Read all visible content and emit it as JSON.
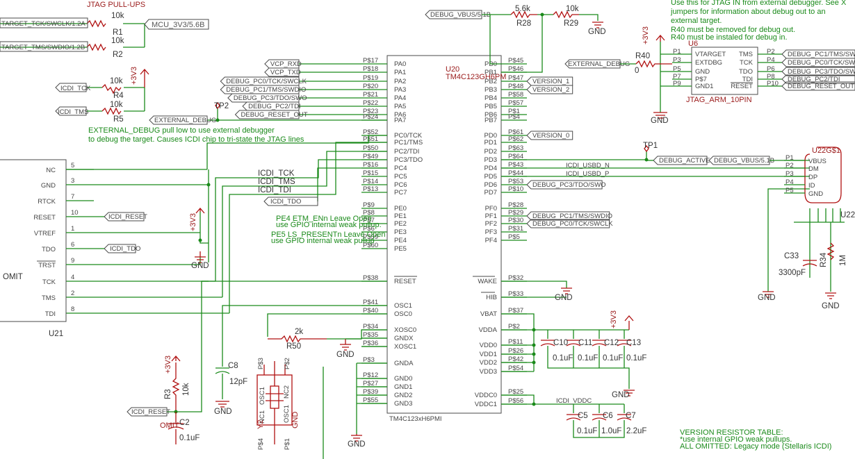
{
  "header": {
    "jtag_pullups": "JTAG PULL-UPS"
  },
  "top_left": {
    "net_tck": "TARGET_TCK/SWCLK/1.2A",
    "net_tms": "TARGET_TMS/SWDIO/1.2B",
    "r1_val": "10k",
    "r1": "R1",
    "r2_val": "10k",
    "r2": "R2",
    "mcu_label": "MCU_3V3/5.6B",
    "r4_val": "10k",
    "r4": "R4",
    "r5_val": "10k",
    "r5": "R5",
    "icdi_tck": "ICDI_TCK",
    "icdi_tms": "ICDI_TMS",
    "v33": "+3V3"
  },
  "u20": {
    "name": "U20",
    "part": "TM4C123GH6PM",
    "footer": "TM4C123xH6PMI",
    "left_pins": [
      {
        "num": "P$17",
        "name": "PA0",
        "net": "VCP_RXD"
      },
      {
        "num": "P$18",
        "name": "PA1",
        "net": "VCP_TXD"
      },
      {
        "num": "P$19",
        "name": "PA2",
        "net": "DEBUG_PC0/TCK/SWCLK"
      },
      {
        "num": "P$20",
        "name": "PA3",
        "net": "DEBUG_PC1/TMS/SWDIO"
      },
      {
        "num": "P$21",
        "name": "PA4",
        "net": "DEBUG_PC3/TDO/SWO"
      },
      {
        "num": "P$22",
        "name": "PA5",
        "net": "DEBUG_PC2/TDI"
      },
      {
        "num": "P$23",
        "name": "PA6",
        "net": "DEBUG_RESET_OUT"
      },
      {
        "num": "P$24",
        "name": "PA7",
        "net": ""
      },
      {
        "num": "P$52",
        "name": "PC0/TCK",
        "net": ""
      },
      {
        "num": "P$51",
        "name": "PC1/TMS",
        "net": ""
      },
      {
        "num": "P$50",
        "name": "PC2/TDI",
        "net": ""
      },
      {
        "num": "P$49",
        "name": "PC3/TDO",
        "net": ""
      },
      {
        "num": "P$16",
        "name": "PC4",
        "net": ""
      },
      {
        "num": "P$15",
        "name": "PC5",
        "net": ""
      },
      {
        "num": "P$14",
        "name": "PC6",
        "net": ""
      },
      {
        "num": "P$13",
        "name": "PC7",
        "net": ""
      },
      {
        "num": "P$9",
        "name": "PE0",
        "net": ""
      },
      {
        "num": "P$8",
        "name": "PE1",
        "net": ""
      },
      {
        "num": "P$7",
        "name": "PE2",
        "net": ""
      },
      {
        "num": "P$6",
        "name": "PE3",
        "net": ""
      },
      {
        "num": "P$59",
        "name": "PE4",
        "net": ""
      },
      {
        "num": "P$60",
        "name": "PE5",
        "net": ""
      },
      {
        "num": "P$38",
        "name": "RESET",
        "net": ""
      },
      {
        "num": "P$41",
        "name": "OSC1",
        "net": ""
      },
      {
        "num": "P$40",
        "name": "OSC0",
        "net": ""
      },
      {
        "num": "P$34",
        "name": "XOSC0",
        "net": ""
      },
      {
        "num": "P$35",
        "name": "GNDX",
        "net": ""
      },
      {
        "num": "P$36",
        "name": "XOSC1",
        "net": ""
      },
      {
        "num": "P$3",
        "name": "GNDA",
        "net": ""
      },
      {
        "num": "P$12",
        "name": "GND0",
        "net": ""
      },
      {
        "num": "P$27",
        "name": "GND1",
        "net": ""
      },
      {
        "num": "P$39",
        "name": "GND2",
        "net": ""
      },
      {
        "num": "P$55",
        "name": "GND3",
        "net": ""
      }
    ],
    "right_pins": [
      {
        "num": "P$45",
        "name": "PB0",
        "net": ""
      },
      {
        "num": "P$46",
        "name": "PB1",
        "net": ""
      },
      {
        "num": "P$47",
        "name": "PB2",
        "net": "VERSION_1"
      },
      {
        "num": "P$48",
        "name": "PB3",
        "net": "VERSION_2"
      },
      {
        "num": "P$58",
        "name": "PB4",
        "net": ""
      },
      {
        "num": "P$57",
        "name": "PB5",
        "net": ""
      },
      {
        "num": "P$1",
        "name": "PB6",
        "net": ""
      },
      {
        "num": "P$4",
        "name": "PB7",
        "net": ""
      },
      {
        "num": "P$61",
        "name": "PD0",
        "net": "VERSION_0"
      },
      {
        "num": "P$62",
        "name": "PD1",
        "net": ""
      },
      {
        "num": "P$63",
        "name": "PD2",
        "net": ""
      },
      {
        "num": "P$64",
        "name": "PD3",
        "net": ""
      },
      {
        "num": "P$43",
        "name": "PD4",
        "net": ""
      },
      {
        "num": "P$44",
        "name": "PD5",
        "net": ""
      },
      {
        "num": "P$53",
        "name": "PD6",
        "net": "DEBUG_PC3/TDO/SWO"
      },
      {
        "num": "P$10",
        "name": "PD7",
        "net": ""
      },
      {
        "num": "P$28",
        "name": "PF0",
        "net": ""
      },
      {
        "num": "P$29",
        "name": "PF1",
        "net": "DEBUG_PC1/TMS/SWDIO"
      },
      {
        "num": "P$30",
        "name": "PF2",
        "net": "DEBUG_PC0/TCK/SWCLK"
      },
      {
        "num": "P$31",
        "name": "PF3",
        "net": ""
      },
      {
        "num": "P$5",
        "name": "PF4",
        "net": ""
      },
      {
        "num": "P$32",
        "name": "WAKE",
        "net": ""
      },
      {
        "num": "P$33",
        "name": "HIB",
        "net": ""
      },
      {
        "num": "P$37",
        "name": "VBAT",
        "net": ""
      },
      {
        "num": "P$2",
        "name": "VDDA",
        "net": ""
      },
      {
        "num": "P$11",
        "name": "VDD0",
        "net": ""
      },
      {
        "num": "P$26",
        "name": "VDD1",
        "net": ""
      },
      {
        "num": "P$42",
        "name": "VDD2",
        "net": ""
      },
      {
        "num": "P$54",
        "name": "VDD3",
        "net": ""
      },
      {
        "num": "P$25",
        "name": "VDDC0",
        "net": ""
      },
      {
        "num": "P$56",
        "name": "VDDC1",
        "net": ""
      }
    ]
  },
  "nets": {
    "external_debug": "EXTERNAL_DEBUG",
    "tp2": "TP2",
    "tp1": "TP1",
    "icdi_tck": "ICDI_TCK",
    "icdi_tms": "ICDI_TMS",
    "icdi_tdi": "ICDI_TDI",
    "icdi_tdo": "ICDI_TDO",
    "icdi_usbd_n": "ICDI_USBD_N",
    "icdi_usbd_p": "ICDI_USBD_P",
    "debug_active": "DEBUG_ACTIVE",
    "debug_vbus": "DEBUG_VBUS/5.1B",
    "icdi_vddc": "ICDI_VDDC",
    "icdi_reset": "ICDI_RESET"
  },
  "notes": {
    "ext_line1": "EXTERNAL_DEBUG pull low to use external debugger",
    "ext_line2": "to debug the target.  Causes ICDI chip to tri-state the JTAG lines",
    "pe4_line1": "PE4 ETM_ENn Leave Open",
    "pe4_line2": "use GPIO internal weak pullup.",
    "pe5_line1": "PE5 LS_PRESENTn Leave Open",
    "pe5_line2": "use GPIO internal weak pullup",
    "tr_line1": "Use this for JTAG IN from external debugger.  See X",
    "tr_line2": "jumpers for information about debug out to an",
    "tr_line3": "external target.",
    "tr_line4": "R40 must be removed for debug out.",
    "tr_line5": "R40 must be instaled for debug in.",
    "ver_line1": "VERSION RESISTOR TABLE:",
    "ver_line2": "*use internal GPIO weak pullups.",
    "ver_line3": "ALL OMITTED: Legacy mode (Stellaris ICDI)"
  },
  "u21": {
    "name": "U21",
    "omit": "OMIT",
    "pins": [
      {
        "name": "NC",
        "num": "5"
      },
      {
        "name": "GND",
        "num": "3"
      },
      {
        "name": "RTCK",
        "num": "7"
      },
      {
        "name": "RESET",
        "num": "10",
        "net": "ICDI_RESET"
      },
      {
        "name": "VTREF",
        "num": "1"
      },
      {
        "name": "TDO",
        "num": "6",
        "net": "ICDI_TDO"
      },
      {
        "name": "TRST",
        "num": "9"
      },
      {
        "name": "TCK",
        "num": "4"
      },
      {
        "name": "TMS",
        "num": "2"
      },
      {
        "name": "TDI",
        "num": "8"
      }
    ]
  },
  "u6": {
    "name": "U6",
    "footer": "JTAG_ARM_10PIN",
    "left": [
      {
        "num": "P1",
        "name": "VTARGET"
      },
      {
        "num": "P3",
        "name": "EXTDBG"
      },
      {
        "num": "P5",
        "name": "GND"
      },
      {
        "num": "P7",
        "name": "P$7"
      },
      {
        "num": "P9",
        "name": "GND1"
      }
    ],
    "right": [
      {
        "num": "P2",
        "name": "TMS",
        "net": "DEBUG_PC1/TMS/SWDIO"
      },
      {
        "num": "P4",
        "name": "TCK",
        "net": "DEBUG_PC0/TCK/SWCLK"
      },
      {
        "num": "P6",
        "name": "TDO",
        "net": "DEBUG_PC3/TDO/SWO"
      },
      {
        "num": "P8",
        "name": "TDI",
        "net": "DEBUG_PC2/TDI"
      },
      {
        "num": "P10",
        "name": "RESET",
        "net": "DEBUG_RESET_OUT"
      }
    ],
    "ext_net": "EXTERNAL_DEBUG",
    "r40": "R40",
    "r40_val": "0"
  },
  "u22": {
    "name": "U22G$1",
    "name2": "U22",
    "pins": [
      {
        "num": "P1",
        "name": "VBUS"
      },
      {
        "num": "P2",
        "name": "DM"
      },
      {
        "num": "P3",
        "name": "DP"
      },
      {
        "num": "P4",
        "name": "ID"
      },
      {
        "num": "P5",
        "name": "GND"
      }
    ]
  },
  "passives": {
    "r28": "R28",
    "r28_val": "5.6k",
    "r29": "R29",
    "r29_val": "10k",
    "r50": "R50",
    "r50_val": "2k",
    "r3": "R3",
    "r3_val": "10k",
    "c8": "C8",
    "c8_val": "12pF",
    "c2": "C2",
    "c2_val": "0.1uF",
    "c2_omit": "OMIT",
    "c10": "C10",
    "c11": "C11",
    "c12": "C12",
    "c13": "C13",
    "c_val": "0.1uF",
    "c5": "C5",
    "c6": "C6",
    "c7": "C7",
    "c5_val": "0.1uF",
    "c6_val": "1.0uF",
    "c7_val": "2.2uF",
    "c33": "C33",
    "c33_val": "3300pF",
    "r34": "R34",
    "r34_val": "1M",
    "y2": "Y2",
    "y2_lbl": "OSC1",
    "y2_lbl2": "OSC1",
    "y2_nc1": "NC1",
    "y2_nc2": "NC2",
    "y2_p3": "P$3",
    "y2_p2": "P$2",
    "y2_p4": "P$4",
    "y2_p1": "P$1",
    "y2_gnd": "GND"
  },
  "power": {
    "gnd": "GND",
    "v33": "+3V3"
  }
}
